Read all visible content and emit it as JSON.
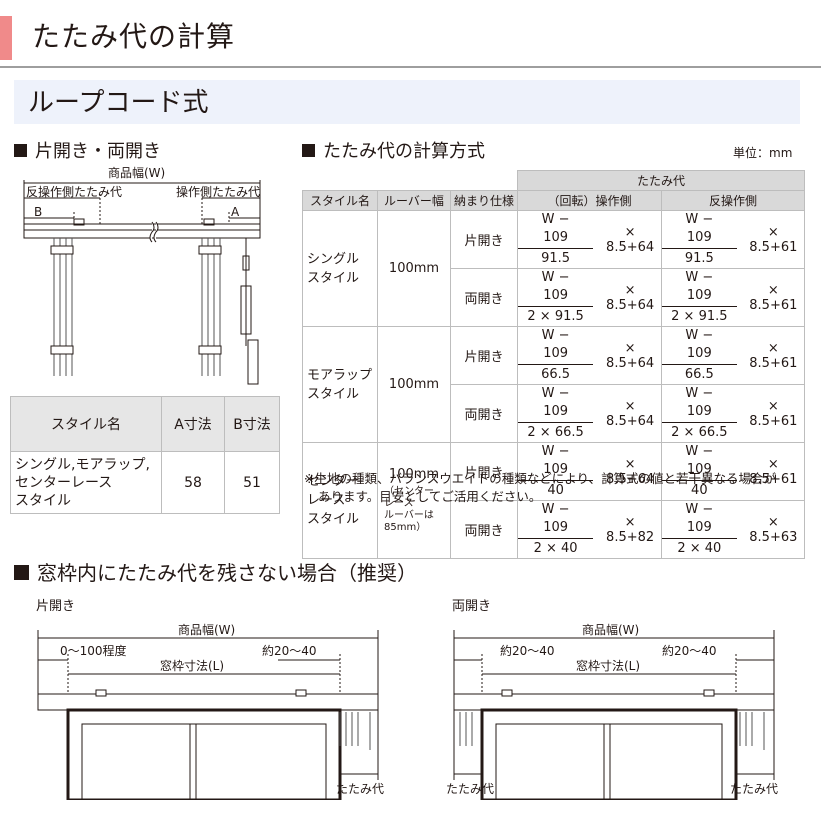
{
  "title": "たたみ代の計算",
  "subtitle": "ループコード式",
  "left_section": {
    "heading": "片開き・両開き",
    "diagram": {
      "width_label": "商品幅(W)",
      "left_label": "反操作側たたみ代",
      "right_label": "操作側たたみ代",
      "b_label": "B",
      "a_label": "A"
    },
    "dim_table": {
      "headers": [
        "スタイル名",
        "A寸法",
        "B寸法"
      ],
      "row": {
        "style_lines": [
          "シングル,モアラップ,",
          "センターレース",
          "スタイル"
        ],
        "a": "58",
        "b": "51"
      }
    }
  },
  "right_section": {
    "heading": "たたみ代の計算方式",
    "unit": "単位：mm",
    "table": {
      "group_header": "たたみ代",
      "headers": [
        "スタイル名",
        "ルーバー幅",
        "納まり仕様",
        "（回転）操作側",
        "反操作側"
      ],
      "groups": [
        {
          "style_lines": [
            "シングル",
            "スタイル"
          ],
          "louver": "100mm",
          "louver_note": [],
          "rows": [
            {
              "spec": "片開き",
              "op": {
                "num": "W − 109",
                "den": "91.5",
                "tail": "× 8.5+64"
              },
              "anti": {
                "num": "W − 109",
                "den": "91.5",
                "tail": "× 8.5+61"
              }
            },
            {
              "spec": "両開き",
              "op": {
                "num": "W − 109",
                "den": "2 × 91.5",
                "tail": "× 8.5+64"
              },
              "anti": {
                "num": "W − 109",
                "den": "2 × 91.5",
                "tail": "× 8.5+61"
              }
            }
          ]
        },
        {
          "style_lines": [
            "モアラップ",
            "スタイル"
          ],
          "louver": "100mm",
          "louver_note": [],
          "rows": [
            {
              "spec": "片開き",
              "op": {
                "num": "W − 109",
                "den": "66.5",
                "tail": "× 8.5+64"
              },
              "anti": {
                "num": "W − 109",
                "den": "66.5",
                "tail": "× 8.5+61"
              }
            },
            {
              "spec": "両開き",
              "op": {
                "num": "W − 109",
                "den": "2 × 66.5",
                "tail": "× 8.5+64"
              },
              "anti": {
                "num": "W − 109",
                "den": "2 × 66.5",
                "tail": "× 8.5+61"
              }
            }
          ]
        },
        {
          "style_lines": [
            "センター",
            "レース",
            "スタイル"
          ],
          "louver": "100mm",
          "louver_note": [
            "（センター",
            "レース",
            "ルーバーは",
            "85mm）"
          ],
          "rows": [
            {
              "spec": "片開き",
              "op": {
                "num": "W − 109",
                "den": "40",
                "tail": "× 8.5+64"
              },
              "anti": {
                "num": "W − 109",
                "den": "40",
                "tail": "× 8.5+61"
              }
            },
            {
              "spec": "両開き",
              "op": {
                "num": "W − 109",
                "den": "2 × 40",
                "tail": "× 8.5+82"
              },
              "anti": {
                "num": "W − 109",
                "den": "2 × 40",
                "tail": "× 8.5+63"
              }
            }
          ]
        }
      ]
    },
    "notes": [
      "※生地の種類、バランスウエイトの種類などにより、計算式の値と若干異なる場合が",
      "あります。目安としてご活用ください。"
    ]
  },
  "bottom_section": {
    "heading": "窓枠内にたたみ代を残さない場合（推奨）",
    "single": {
      "label": "片開き",
      "width_label": "商品幅(W)",
      "left_dim": "0〜100程度",
      "right_dim": "約20〜40",
      "frame_label": "窓枠寸法(L)",
      "stack_label": "たたみ代"
    },
    "double": {
      "label": "両開き",
      "width_label": "商品幅(W)",
      "left_dim": "約20〜40",
      "right_dim": "約20〜40",
      "frame_label": "窓枠寸法(L)",
      "stack_left": "たたみ代",
      "stack_right": "たたみ代"
    }
  }
}
